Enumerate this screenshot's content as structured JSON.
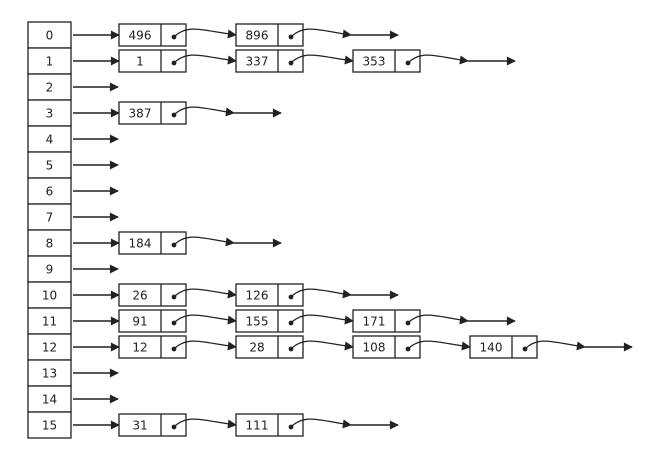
{
  "buckets": [
    {
      "index": "0",
      "chain": [
        "496",
        "896"
      ]
    },
    {
      "index": "1",
      "chain": [
        "1",
        "337",
        "353"
      ]
    },
    {
      "index": "2",
      "chain": []
    },
    {
      "index": "3",
      "chain": [
        "387"
      ]
    },
    {
      "index": "4",
      "chain": []
    },
    {
      "index": "5",
      "chain": []
    },
    {
      "index": "6",
      "chain": []
    },
    {
      "index": "7",
      "chain": []
    },
    {
      "index": "8",
      "chain": [
        "184"
      ]
    },
    {
      "index": "9",
      "chain": []
    },
    {
      "index": "10",
      "chain": [
        "26",
        "126"
      ]
    },
    {
      "index": "11",
      "chain": [
        "91",
        "155",
        "171"
      ]
    },
    {
      "index": "12",
      "chain": [
        "12",
        "28",
        "108",
        "140"
      ]
    },
    {
      "index": "13",
      "chain": []
    },
    {
      "index": "14",
      "chain": []
    },
    {
      "index": "15",
      "chain": [
        "31",
        "111"
      ]
    }
  ],
  "colors": {
    "stroke": "#222222",
    "fill": "#ffffff"
  }
}
